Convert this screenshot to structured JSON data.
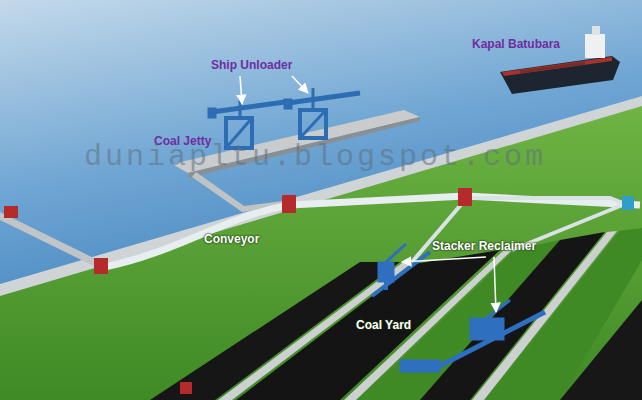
{
  "diagram": {
    "labels": [
      "Ship Unloader",
      "Kapal Batubara",
      "Coal Jetty",
      "duniapltu.blogspot.com",
      "Conveyor",
      "Stacker Reclaimer",
      "Coal Yard"
    ]
  }
}
